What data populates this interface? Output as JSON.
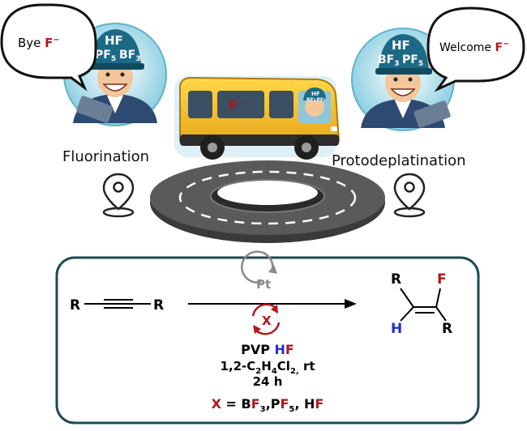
{
  "left_bubble": {
    "prefix": "Bye ",
    "ion": "F",
    "charge": "−"
  },
  "right_bubble": {
    "prefix": "Welcome ",
    "ion": "F",
    "charge": "−"
  },
  "left_char_badges": {
    "hf": "HF",
    "pf": "PF",
    "pf_sub": "5",
    "bf": "BF",
    "bf_sub": "3"
  },
  "right_char_badges": {
    "hf": "HF",
    "bf": "BF",
    "bf_sub": "3",
    "pf": "PF",
    "pf_sub": "5"
  },
  "bus": {
    "window_ion": "F",
    "window_charge": "−",
    "driver_hf": "HF",
    "driver_bf": "BF",
    "driver_sub": "3",
    "driver_pf": "PF",
    "driver_pf_sub": "5"
  },
  "labels": {
    "left_stop": "Fluorination",
    "right_stop": "Protodeplatination"
  },
  "reaction": {
    "reactant_left": "R",
    "reactant_right": "R",
    "catalyst": "Pt",
    "cycle_label": "X",
    "product_r_top": "R",
    "product_f": "F",
    "product_h": "H",
    "product_r_bottom": "R",
    "cond_line1_a": "PVP ",
    "cond_line1_h": "H",
    "cond_line1_f": "F",
    "cond_line2_a": "1,2-C",
    "cond_line2_sub1": "2",
    "cond_line2_b": "H",
    "cond_line2_sub2": "4",
    "cond_line2_c": "Cl",
    "cond_line2_sub3": "2,",
    "cond_line2_d": " rt",
    "cond_line3": "24 h",
    "x_def_x": "X",
    "x_def_eq": " = B",
    "x_def_f1": "F",
    "x_def_sub1": "3",
    "x_def_p": ",P",
    "x_def_f2": "F",
    "x_def_sub2": "5",
    "x_def_h": ", H",
    "x_def_f3": "F"
  },
  "colors": {
    "red": "#b0161b",
    "blue": "#1f2fd0",
    "box_border": "#1e4a52",
    "bus_yellow": "#f4c430",
    "road": "#3a3a3a"
  }
}
